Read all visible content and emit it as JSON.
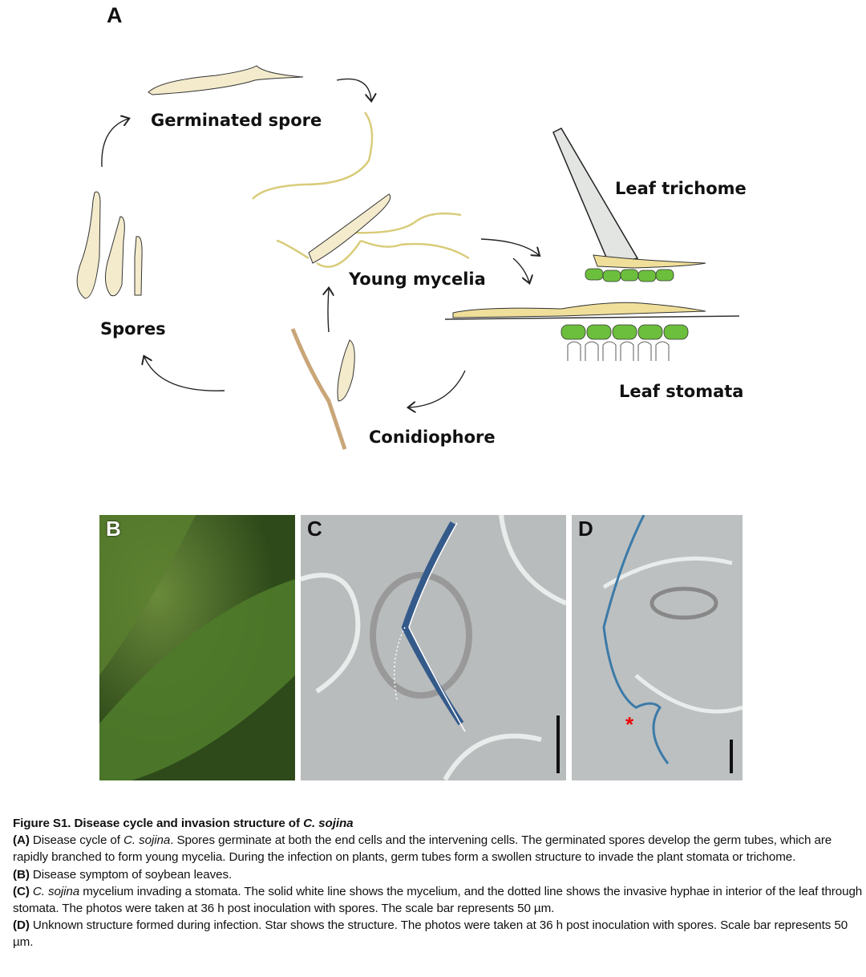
{
  "panel_a": {
    "letter": "A",
    "labels": {
      "germinated_spore": "Germinated spore",
      "young_mycelia": "Young mycelia",
      "leaf_trichome": "Leaf trichome",
      "leaf_stomata": "Leaf stomata",
      "spores": "Spores",
      "conidiophore": "Conidiophore"
    }
  },
  "panel_b": {
    "letter": "B"
  },
  "panel_c": {
    "letter": "C"
  },
  "panel_d": {
    "letter": "D",
    "marker": "*"
  },
  "caption": {
    "title": "Figure S1. Disease cycle and invasion structure of ",
    "title_species": "C. sojina",
    "a_tag": "(A)",
    "a_pre": " Disease cycle of ",
    "a_species": "C. sojina",
    "a_text": ". Spores germinate at both the end cells and the intervening cells. The germinated spores develop the germ tubes, which are rapidly branched to form young mycelia. During the infection on plants, germ tubes form a swollen structure to invade the plant stomata or trichome.",
    "b_tag": "(B)",
    "b_text": " Disease symptom of soybean leaves.",
    "c_tag": "(C)",
    "c_species": "C. sojina",
    "c_text": " mycelium invading a stomata. The solid white line shows the mycelium, and the dotted line shows the invasive hyphae in interior of the leaf through stomata. The photos were taken at 36 h post inoculation with spores. The scale bar represents 50 µm.",
    "d_tag": "(D)",
    "d_text": " Unknown structure formed during infection. Star shows the structure. The photos were taken at 36 h post inoculation with spores. Scale bar represents 50 µm."
  }
}
